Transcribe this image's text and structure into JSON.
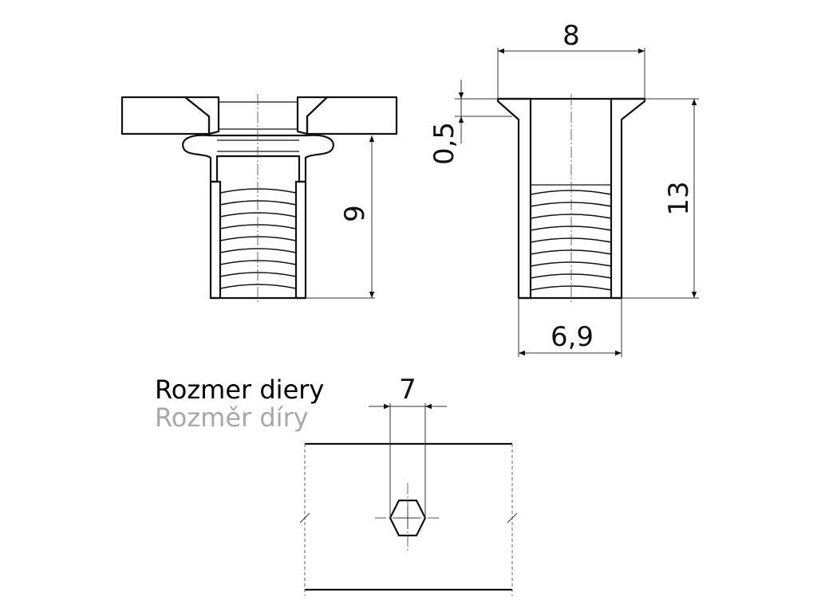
{
  "dimensions": {
    "left_length": "9",
    "flange_diameter": "8",
    "flange_thickness": "0,5",
    "total_length": "13",
    "body_diameter": "6,9",
    "hole_size": "7"
  },
  "captions": {
    "primary": "Rozmer diery",
    "secondary": "Rozměr díry"
  },
  "colors": {
    "line": "#111111",
    "primary_text": "#000000",
    "secondary_text": "#a8a8a8"
  }
}
